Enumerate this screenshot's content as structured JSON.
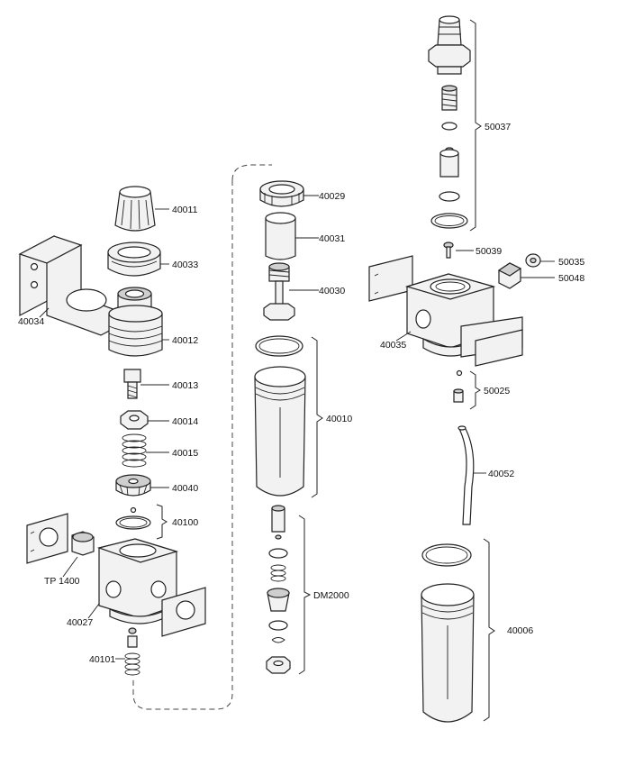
{
  "labels": {
    "p40011": "40011",
    "p40033": "40033",
    "p40034": "40034",
    "p40012": "40012",
    "p40013": "40013",
    "p40014": "40014",
    "p40015": "40015",
    "p40040": "40040",
    "p40100": "40100",
    "pTP1400": "TP 1400",
    "p40027": "40027",
    "p40101": "40101",
    "p40029": "40029",
    "p40031": "40031",
    "p40030": "40030",
    "p40010": "40010",
    "pDM2000": "DM2000",
    "p50037": "50037",
    "p50039": "50039",
    "p50035": "50035",
    "p50048": "50048",
    "p40035": "40035",
    "p50025": "50025",
    "p40052": "40052",
    "p40006": "40006"
  }
}
